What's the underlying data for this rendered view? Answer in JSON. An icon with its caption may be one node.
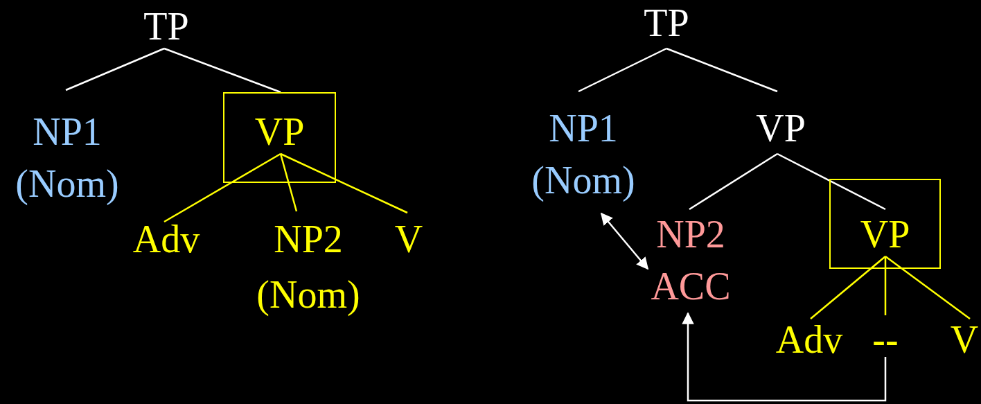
{
  "diagram": {
    "nodes": [
      {
        "text": [
          "TP"
        ]
      },
      {
        "text": [
          "NP1",
          "(Nom)"
        ]
      },
      {
        "text": [
          "VP"
        ]
      },
      {
        "text": [
          "Adv"
        ]
      },
      {
        "text": [
          "NP2",
          "(Nom)"
        ]
      },
      {
        "text": [
          "V"
        ]
      },
      {
        "text": [
          "TP"
        ]
      },
      {
        "text": [
          "NP1",
          "(Nom)"
        ]
      },
      {
        "text": [
          "VP"
        ]
      },
      {
        "text": [
          "NP2",
          "ACC"
        ]
      },
      {
        "text": [
          "VP"
        ]
      },
      {
        "text": [
          "Adv"
        ]
      },
      {
        "text": [
          "--"
        ]
      },
      {
        "text": [
          "V"
        ]
      }
    ],
    "edges": [
      {
        "from": 0,
        "to": 1,
        "arrow": "none"
      },
      {
        "from": 0,
        "to": 2,
        "arrow": "none"
      },
      {
        "from": 2,
        "to": 3,
        "arrow": "none",
        "color": "#ffff00"
      },
      {
        "from": 2,
        "to": 4,
        "arrow": "none",
        "color": "#ffff00"
      },
      {
        "from": 2,
        "to": 5,
        "arrow": "none",
        "color": "#ffff00"
      },
      {
        "from": 6,
        "to": 7,
        "arrow": "none"
      },
      {
        "from": 6,
        "to": 8,
        "arrow": "none"
      },
      {
        "from": 8,
        "to": 9,
        "arrow": "none"
      },
      {
        "from": 8,
        "to": 10,
        "arrow": "none"
      },
      {
        "from": 10,
        "to": 11,
        "arrow": "none",
        "color": "#ffff00"
      },
      {
        "from": 10,
        "to": 12,
        "arrow": "none",
        "color": "#ffff00"
      },
      {
        "from": 10,
        "to": 13,
        "arrow": "none",
        "color": "#ffff00"
      },
      {
        "from": 7,
        "to": 9,
        "arrow": "both"
      },
      {
        "from": 12,
        "to": 9,
        "arrow": "to"
      }
    ]
  }
}
